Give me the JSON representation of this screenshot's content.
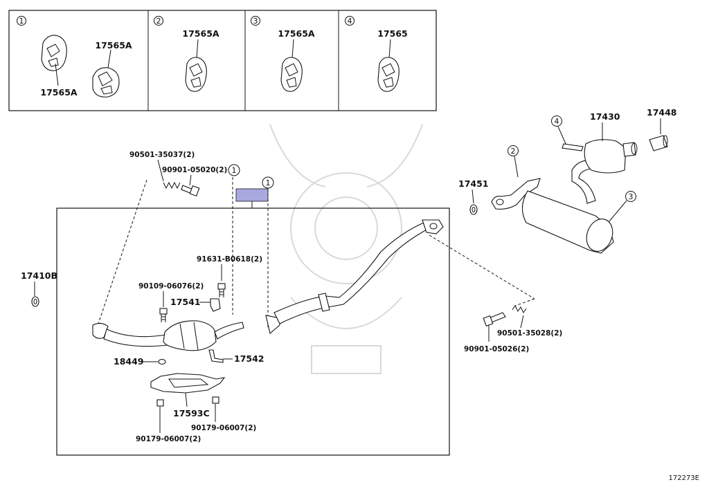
{
  "inset_boxes": [
    {
      "number": "1",
      "labels": [
        "17565A",
        "17565A"
      ]
    },
    {
      "number": "2",
      "labels": [
        "17565A"
      ]
    },
    {
      "number": "3",
      "labels": [
        "17565A"
      ]
    },
    {
      "number": "4",
      "labels": [
        "17565"
      ]
    }
  ],
  "callouts": {
    "c1a": "1",
    "c1b": "1",
    "c2": "2",
    "c3": "3",
    "c4": "4"
  },
  "parts": {
    "p_90501_35037": "90501-35037(2)",
    "p_90901_05020": "90901-05020(2)",
    "p_17410B": "17410B",
    "p_91631_B0618": "91631-B0618(2)",
    "p_90109_06076": "90109-06076(2)",
    "p_17541": "17541",
    "p_18449": "18449",
    "p_17542": "17542",
    "p_17593C": "17593C",
    "p_90179_06007_r": "90179-06007(2)",
    "p_90179_06007_l": "90179-06007(2)",
    "p_17451": "17451",
    "p_17430": "17430",
    "p_17448": "17448",
    "p_90501_35028": "90501-35028(2)",
    "p_90901_05026": "90901-05026(2)"
  },
  "diagram_ref": "172273E",
  "colors": {
    "highlight": "#a9a9e0",
    "line": "#111111",
    "watermark": "#d9d9d9"
  }
}
